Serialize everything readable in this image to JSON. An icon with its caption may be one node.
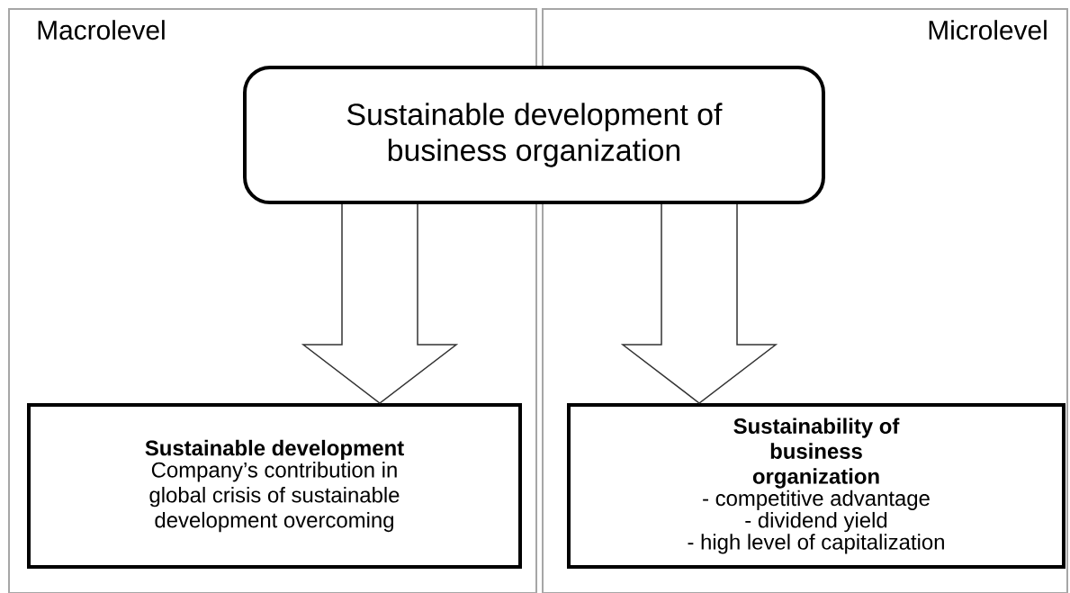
{
  "diagram": {
    "nodes": [
      {
        "text": [
          "Macrolevel"
        ]
      },
      {
        "text": [
          "Microlevel"
        ]
      },
      {
        "text": [
          "Sustainable development of business organization"
        ]
      },
      {
        "text": [
          "Sustainable development",
          "Company’s contribution in global crisis of sustainable development overcoming"
        ],
        "in": 0
      },
      {
        "text": [
          "Sustainability of business organization",
          "- competitive advantage",
          "- dividend yield",
          "- high level of capitalization"
        ],
        "in": 1
      }
    ],
    "edges": [
      {
        "from": 2,
        "to": 3,
        "arrow": "to"
      },
      {
        "from": 2,
        "to": 4,
        "arrow": "to"
      }
    ]
  }
}
